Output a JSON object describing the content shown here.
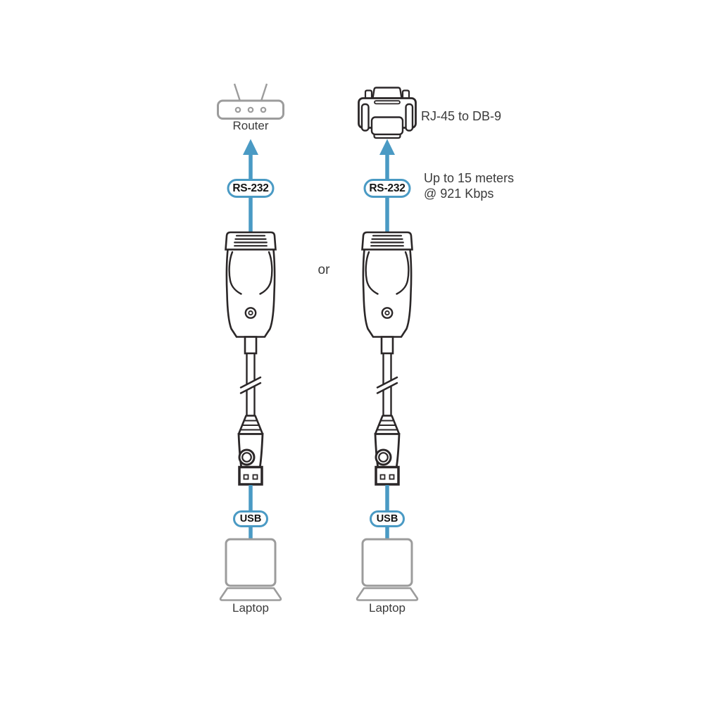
{
  "colors": {
    "accent": "#4A9AC4",
    "dark": "#2B2728",
    "gray": "#9C9C9C",
    "text": "#3B3B3B"
  },
  "left_column": {
    "top_device_label": "Router",
    "rs232_badge": "RS-232",
    "usb_badge": "USB",
    "bottom_device_label": "Laptop"
  },
  "right_column": {
    "adapter_label": "RJ-45 to DB-9",
    "rs232_badge": "RS-232",
    "note_line1": "Up to 15 meters",
    "note_line2": "@ 921 Kbps",
    "usb_badge": "USB",
    "bottom_device_label": "Laptop"
  },
  "middle": {
    "or_label": "or"
  },
  "icons": {
    "router": "router-icon",
    "rj45_db9": "rj45-to-db9-adapter-icon",
    "usb_serial_adapter": "usb-to-serial-adapter-icon",
    "usb_connector": "usb-a-connector-icon",
    "laptop": "laptop-icon",
    "arrow_up": "arrow-up-icon"
  }
}
